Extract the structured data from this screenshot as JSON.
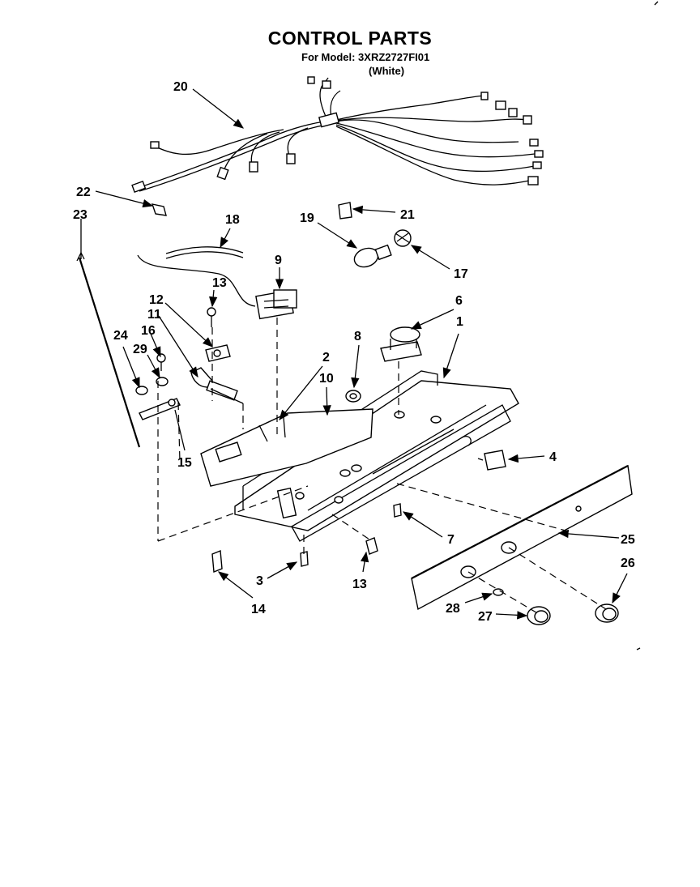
{
  "header": {
    "title": "CONTROL PARTS",
    "model_line": "For Model: 3XRZ2727FI01",
    "color_line": "(White)"
  },
  "callouts": [
    {
      "id": "c20",
      "label": "20"
    },
    {
      "id": "c22",
      "label": "22"
    },
    {
      "id": "c23",
      "label": "23"
    },
    {
      "id": "c18",
      "label": "18"
    },
    {
      "id": "c19",
      "label": "19"
    },
    {
      "id": "c21",
      "label": "21"
    },
    {
      "id": "c17",
      "label": "17"
    },
    {
      "id": "c9",
      "label": "9"
    },
    {
      "id": "c13a",
      "label": "13"
    },
    {
      "id": "c12",
      "label": "12"
    },
    {
      "id": "c11",
      "label": "11"
    },
    {
      "id": "c16",
      "label": "16"
    },
    {
      "id": "c24",
      "label": "24"
    },
    {
      "id": "c29",
      "label": "29"
    },
    {
      "id": "c6",
      "label": "6"
    },
    {
      "id": "c1",
      "label": "1"
    },
    {
      "id": "c8",
      "label": "8"
    },
    {
      "id": "c2",
      "label": "2"
    },
    {
      "id": "c10",
      "label": "10"
    },
    {
      "id": "c15",
      "label": "15"
    },
    {
      "id": "c4",
      "label": "4"
    },
    {
      "id": "c7",
      "label": "7"
    },
    {
      "id": "c25",
      "label": "25"
    },
    {
      "id": "c3",
      "label": "3"
    },
    {
      "id": "c13b",
      "label": "13"
    },
    {
      "id": "c26",
      "label": "26"
    },
    {
      "id": "c14",
      "label": "14"
    },
    {
      "id": "c28",
      "label": "28"
    },
    {
      "id": "c27",
      "label": "27"
    }
  ],
  "icons": {
    "wire-harness": "wire-harness-icon",
    "light-bulb": "light-bulb-icon",
    "knob": "knob-icon"
  }
}
